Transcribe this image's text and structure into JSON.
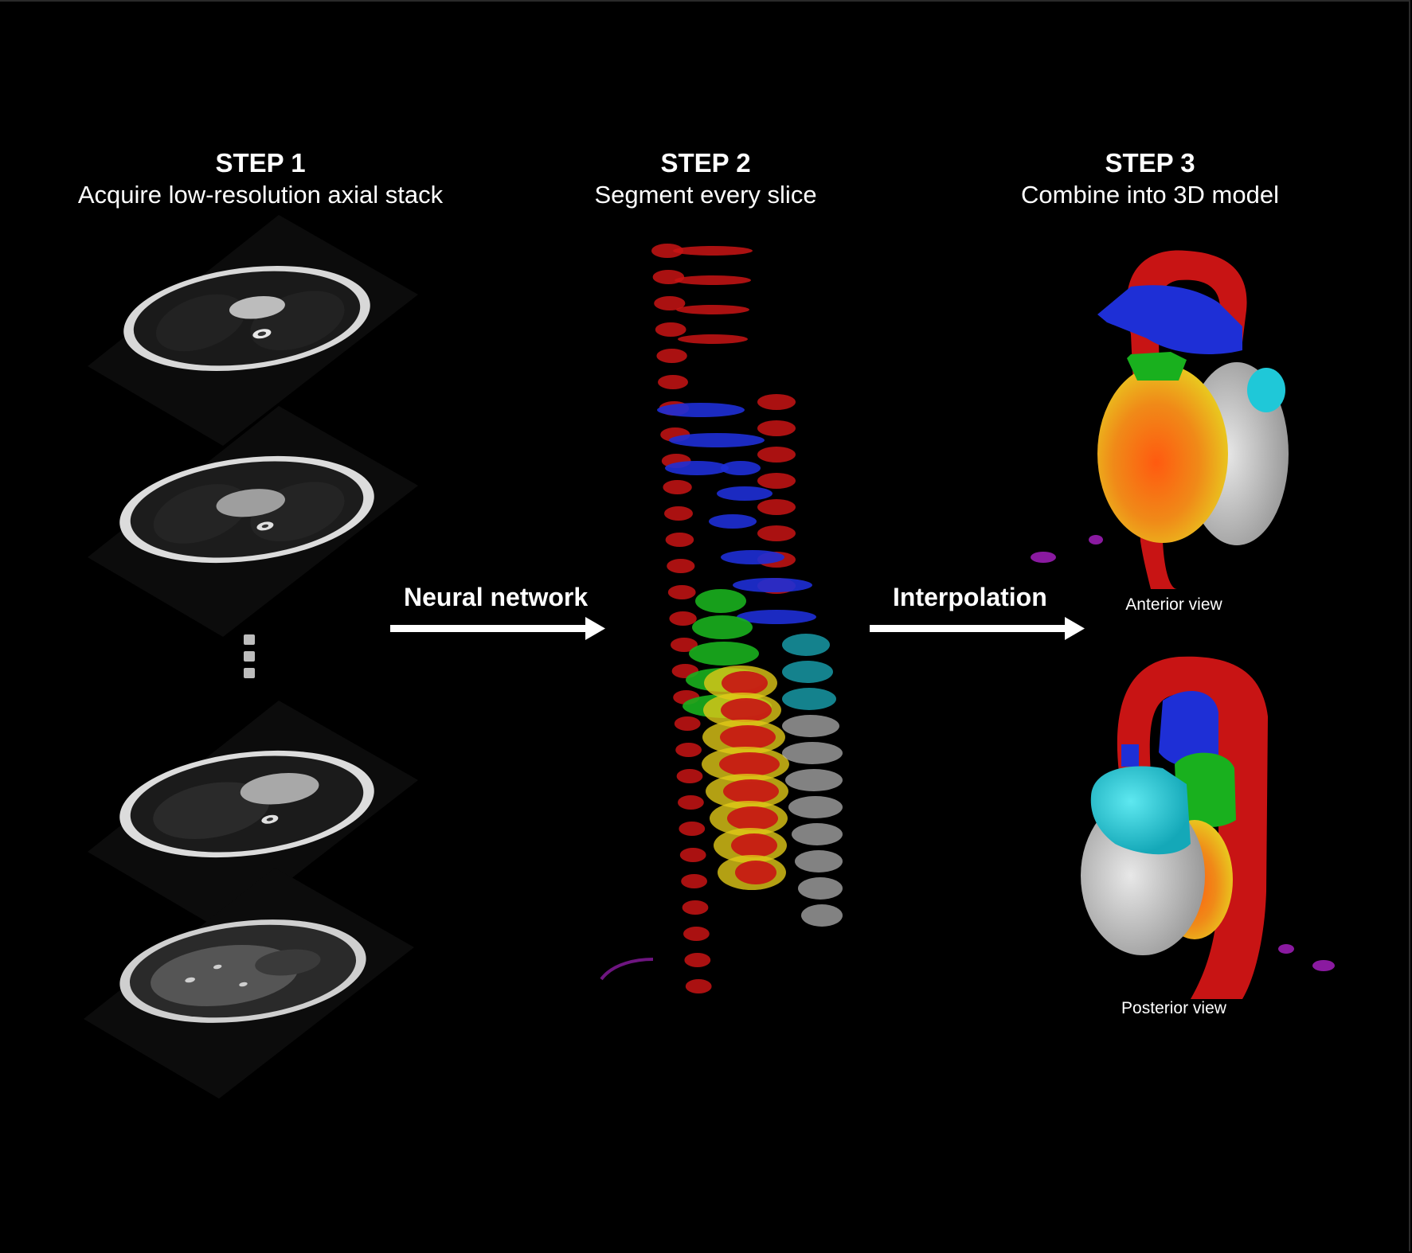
{
  "steps": [
    {
      "label": "STEP 1",
      "description": "Acquire low-resolution axial stack"
    },
    {
      "label": "STEP 2",
      "description": "Segment every slice"
    },
    {
      "label": "STEP 3",
      "description": "Combine into 3D model"
    }
  ],
  "arrows": [
    {
      "label": "Neural network"
    },
    {
      "label": "Interpolation"
    }
  ],
  "views": {
    "anterior": "Anterior view",
    "posterior": "Posterior view"
  },
  "colors": {
    "background": "#000000",
    "aorta": "#c81414",
    "pulmonary": "#1e2fd6",
    "left_atrium": "#19b01e",
    "left_ventricle": "#e84a14",
    "myocardium": "#e0c818",
    "right_ventricle": "#c8c8c8",
    "right_atrium": "#1fc8d8",
    "other": "#8a1aa0"
  }
}
